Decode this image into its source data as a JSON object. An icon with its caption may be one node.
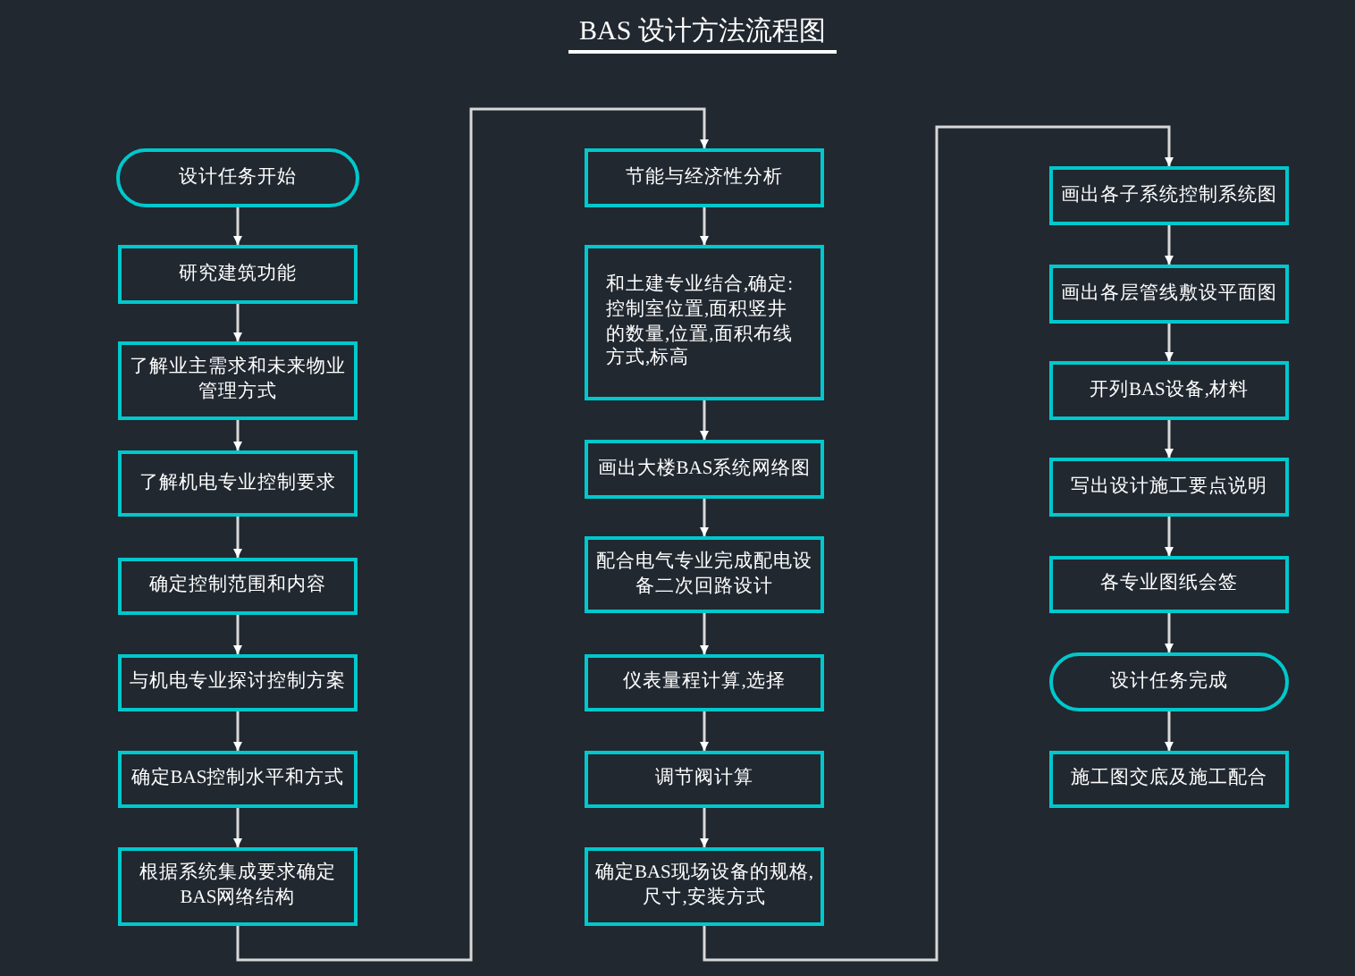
{
  "diagram": {
    "title": "BAS 设计方法流程图",
    "nodes": [
      {
        "text": [
          "设计任务开始"
        ]
      },
      {
        "text": [
          "研究建筑功能"
        ]
      },
      {
        "text": [
          "了解业主需求和未来物业管理方式"
        ]
      },
      {
        "text": [
          "了解机电专业控制要求"
        ]
      },
      {
        "text": [
          "确定控制范围和内容"
        ]
      },
      {
        "text": [
          "与机电专业探讨控制方案"
        ]
      },
      {
        "text": [
          "确定BAS控制水平和方式"
        ]
      },
      {
        "text": [
          "根据系统集成要求确定BAS网络结构"
        ]
      },
      {
        "text": [
          "节能与经济性分析"
        ]
      },
      {
        "text": [
          "和土建专业结合,确定:控制室位置,面积竖井的数量,位置,面积布线方式,标高"
        ]
      },
      {
        "text": [
          "画出大楼BAS系统网络图"
        ]
      },
      {
        "text": [
          "配合电气专业完成配电设备二次回路设计"
        ]
      },
      {
        "text": [
          "仪表量程计算,选择"
        ]
      },
      {
        "text": [
          "调节阀计算"
        ]
      },
      {
        "text": [
          "确定BAS现场设备的规格,尺寸,安装方式"
        ]
      },
      {
        "text": [
          "画出各子系统控制系统图"
        ]
      },
      {
        "text": [
          "画出各层管线敷设平面图"
        ]
      },
      {
        "text": [
          "开列BAS设备,材料"
        ]
      },
      {
        "text": [
          "写出设计施工要点说明"
        ]
      },
      {
        "text": [
          "各专业图纸会签"
        ]
      },
      {
        "text": [
          "设计任务完成"
        ]
      },
      {
        "text": [
          "施工图交底及施工配合"
        ]
      }
    ],
    "edges": [
      {
        "from": 0,
        "to": 1,
        "arrow": "to"
      },
      {
        "from": 1,
        "to": 2,
        "arrow": "to"
      },
      {
        "from": 2,
        "to": 3,
        "arrow": "to"
      },
      {
        "from": 3,
        "to": 4,
        "arrow": "to"
      },
      {
        "from": 4,
        "to": 5,
        "arrow": "to"
      },
      {
        "from": 5,
        "to": 6,
        "arrow": "to"
      },
      {
        "from": 6,
        "to": 7,
        "arrow": "to"
      },
      {
        "from": 7,
        "to": 8,
        "arrow": "to"
      },
      {
        "from": 8,
        "to": 9,
        "arrow": "to"
      },
      {
        "from": 9,
        "to": 10,
        "arrow": "to"
      },
      {
        "from": 10,
        "to": 11,
        "arrow": "to"
      },
      {
        "from": 11,
        "to": 12,
        "arrow": "to"
      },
      {
        "from": 12,
        "to": 13,
        "arrow": "to"
      },
      {
        "from": 13,
        "to": 14,
        "arrow": "to"
      },
      {
        "from": 14,
        "to": 15,
        "arrow": "to"
      },
      {
        "from": 15,
        "to": 16,
        "arrow": "to"
      },
      {
        "from": 16,
        "to": 17,
        "arrow": "to"
      },
      {
        "from": 17,
        "to": 18,
        "arrow": "to"
      },
      {
        "from": 18,
        "to": 19,
        "arrow": "to"
      },
      {
        "from": 19,
        "to": 20,
        "arrow": "to"
      },
      {
        "from": 20,
        "to": 21,
        "arrow": "to"
      }
    ]
  }
}
